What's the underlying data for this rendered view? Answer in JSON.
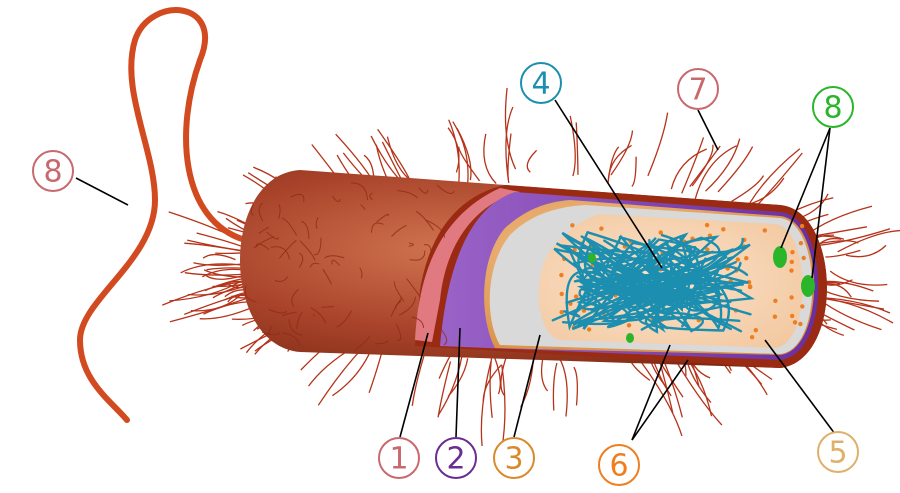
{
  "callouts": {
    "c1": {
      "label": "1",
      "color": "#c8696e"
    },
    "c2": {
      "label": "2",
      "color": "#6b2c91"
    },
    "c3": {
      "label": "3",
      "color": "#d98a2b"
    },
    "c4": {
      "label": "4",
      "color": "#1c8fb0"
    },
    "c5": {
      "label": "5",
      "color": "#e0b06a"
    },
    "c6": {
      "label": "6",
      "color": "#f07d1e"
    },
    "c7": {
      "label": "7",
      "color": "#c8696e"
    },
    "c8_flagellum": {
      "label": "8",
      "color": "#c8696e"
    },
    "c8_plasmid": {
      "label": "8",
      "color": "#2bb52b"
    }
  },
  "colors": {
    "capsule": "#b5331a",
    "wall_pink": "#e07a80",
    "membrane_purple": "#7a3fb0",
    "cytoplasm_orange": "#e8a050",
    "membrane_gray": "#c9c9c9",
    "nucleoid_blue": "#1c8fb0",
    "plasmid_green": "#2bb52b",
    "flagellum": "#d24a1f"
  }
}
